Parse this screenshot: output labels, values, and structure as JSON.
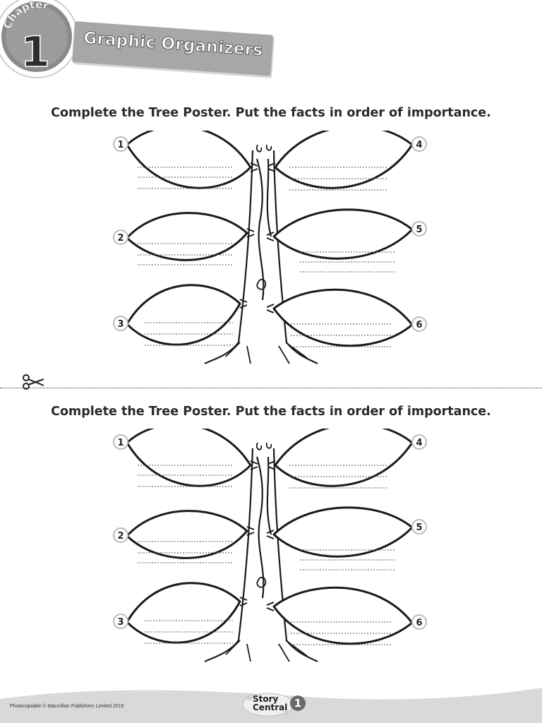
{
  "header": {
    "chapter_word": "Chapter",
    "chapter_number": "1",
    "title": "Graphic Organizers"
  },
  "worksheets": [
    {
      "instruction": "Complete the Tree Poster. Put the facts in order of importance.",
      "leaf_numbers": [
        "1",
        "2",
        "3",
        "4",
        "5",
        "6"
      ]
    },
    {
      "instruction": "Complete the Tree Poster. Put the facts in order of importance.",
      "leaf_numbers": [
        "1",
        "2",
        "3",
        "4",
        "5",
        "6"
      ]
    }
  ],
  "footer": {
    "copyright": "Photocopiable © Macmillan Publishers Limited 2015",
    "logo_line1": "Story",
    "logo_line2": "Central",
    "logo_number": "1"
  },
  "colors": {
    "badge_gray": "#8a8a8a",
    "banner_gray": "#a7a7a7",
    "footer_gray": "#d9d9d9"
  }
}
